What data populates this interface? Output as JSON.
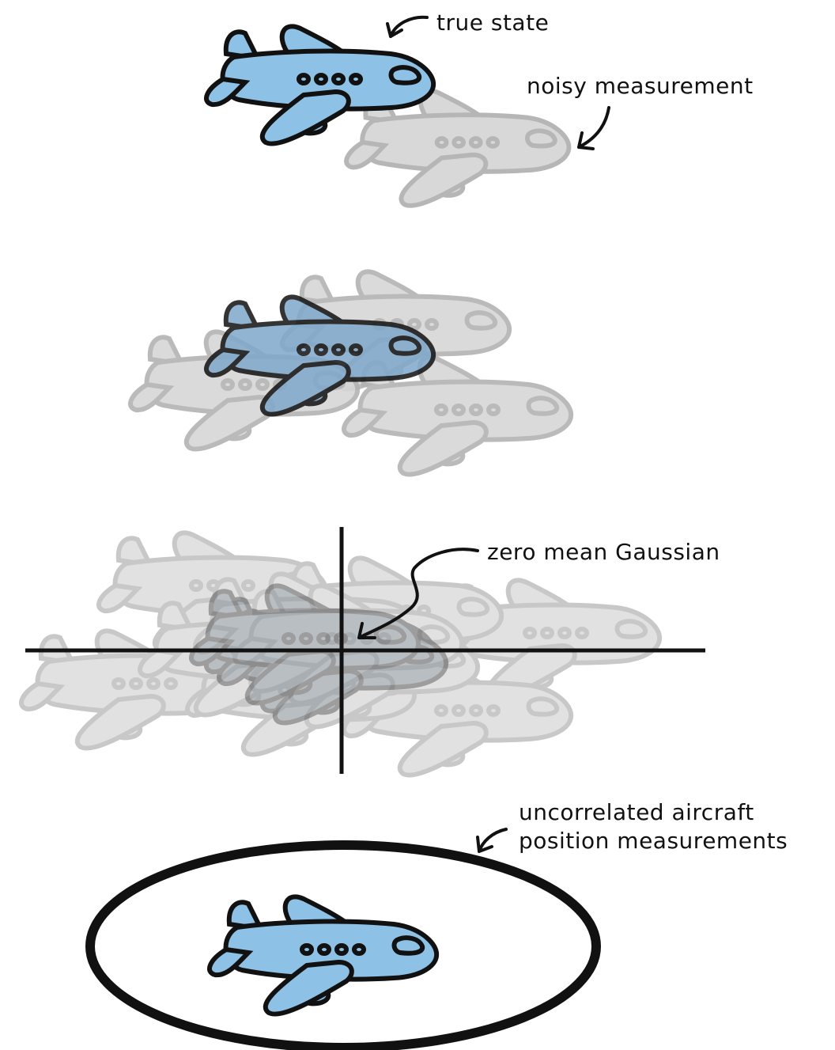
{
  "labels": {
    "true_state": "true state",
    "noisy_measurement": "noisy measurement",
    "zero_mean_gaussian": "zero mean Gaussian",
    "uncorrelated_line1": "uncorrelated aircraft",
    "uncorrelated_line2": "position measurements"
  },
  "colors": {
    "true_plane_fill": "#8ec1e6",
    "true_plane_stroke": "#111111",
    "noisy_plane_fill": "#d6d6d6",
    "noisy_plane_stroke": "#b3b3b3",
    "ink": "#111111"
  },
  "icons": {
    "plane": "airplane-icon"
  }
}
